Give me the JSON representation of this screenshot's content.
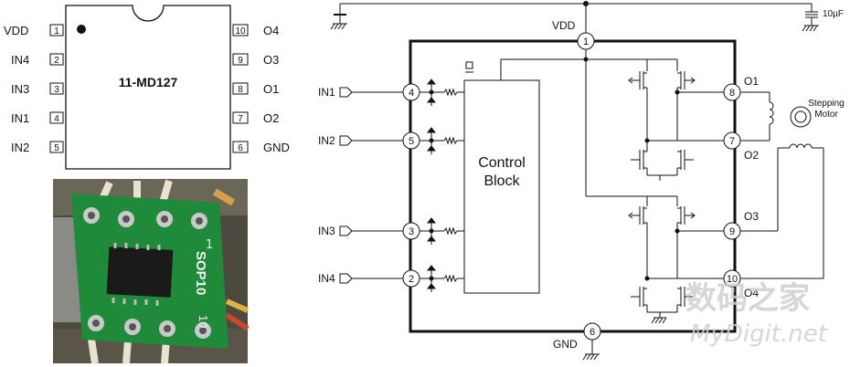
{
  "package": {
    "part_number": "11-MD127",
    "left_pins": [
      {
        "num": "1",
        "name": "VDD"
      },
      {
        "num": "2",
        "name": "IN4"
      },
      {
        "num": "3",
        "name": "IN3"
      },
      {
        "num": "4",
        "name": "IN1"
      },
      {
        "num": "5",
        "name": "IN2"
      }
    ],
    "right_pins": [
      {
        "num": "10",
        "name": "O4"
      },
      {
        "num": "9",
        "name": "O3"
      },
      {
        "num": "8",
        "name": "O1"
      },
      {
        "num": "7",
        "name": "O2"
      },
      {
        "num": "6",
        "name": "GND"
      }
    ]
  },
  "photo": {
    "board_text_1": "1",
    "board_text_2": "SOP10",
    "board_text_3": "10"
  },
  "schematic": {
    "vdd_label": "VDD",
    "gnd_label": "GND",
    "cap_label": "10µF",
    "control_block_line1": "Control",
    "control_block_line2": "Block",
    "motor_label_line1": "Stepping",
    "motor_label_line2": "Motor",
    "top_pin": "1",
    "bottom_pin": "6",
    "inputs": [
      {
        "name": "IN1",
        "pin": "4"
      },
      {
        "name": "IN2",
        "pin": "5"
      },
      {
        "name": "IN3",
        "pin": "3"
      },
      {
        "name": "IN4",
        "pin": "2"
      }
    ],
    "outputs": [
      {
        "name": "O1",
        "pin": "8"
      },
      {
        "name": "O2",
        "pin": "7"
      },
      {
        "name": "O3",
        "pin": "9"
      },
      {
        "name": "O4",
        "pin": "10"
      }
    ]
  },
  "watermark": {
    "chinese": "数码之家",
    "site": "MyDigit.net"
  }
}
